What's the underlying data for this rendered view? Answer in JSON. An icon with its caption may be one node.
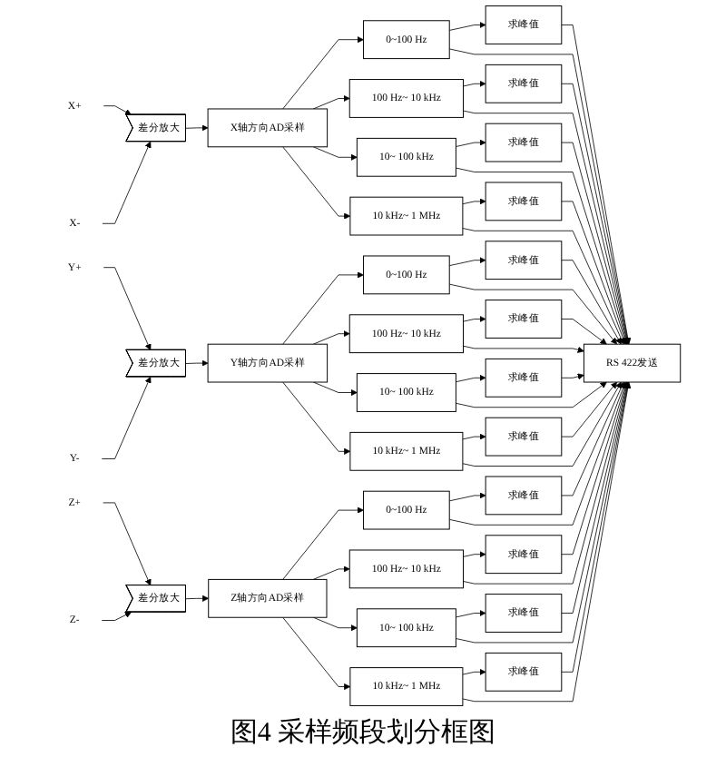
{
  "diagram": {
    "caption": "图4 采样频段划分框图",
    "nodes": [
      {
        "text": [
          "X+"
        ]
      },
      {
        "text": [
          "X-"
        ]
      },
      {
        "text": [
          "差分放大"
        ]
      },
      {
        "text": [
          "X轴方向AD采样"
        ]
      },
      {
        "text": [
          "0~100 Hz"
        ]
      },
      {
        "text": [
          "100 Hz~ 10 kHz"
        ]
      },
      {
        "text": [
          "10~ 100 kHz"
        ]
      },
      {
        "text": [
          "10 kHz~ 1 MHz"
        ]
      },
      {
        "text": [
          "求峰值"
        ]
      },
      {
        "text": [
          "求峰值"
        ]
      },
      {
        "text": [
          "求峰值"
        ]
      },
      {
        "text": [
          "求峰值"
        ]
      },
      {
        "text": [
          "Y+"
        ]
      },
      {
        "text": [
          "Y-"
        ]
      },
      {
        "text": [
          "差分放大"
        ]
      },
      {
        "text": [
          "Y轴方向AD采样"
        ]
      },
      {
        "text": [
          "0~100 Hz"
        ]
      },
      {
        "text": [
          "100 Hz~ 10 kHz"
        ]
      },
      {
        "text": [
          "10~ 100 kHz"
        ]
      },
      {
        "text": [
          "10 kHz~ 1 MHz"
        ]
      },
      {
        "text": [
          "求峰值"
        ]
      },
      {
        "text": [
          "求峰值"
        ]
      },
      {
        "text": [
          "求峰值"
        ]
      },
      {
        "text": [
          "求峰值"
        ]
      },
      {
        "text": [
          "RS 422发送"
        ]
      },
      {
        "text": [
          "Z+"
        ]
      },
      {
        "text": [
          "Z-"
        ]
      },
      {
        "text": [
          "差分放大"
        ]
      },
      {
        "text": [
          "Z轴方向AD采样"
        ]
      },
      {
        "text": [
          "0~100 Hz"
        ]
      },
      {
        "text": [
          "100 Hz~ 10 kHz"
        ]
      },
      {
        "text": [
          "10~ 100 kHz"
        ]
      },
      {
        "text": [
          "10 kHz~ 1 MHz"
        ]
      },
      {
        "text": [
          "求峰值"
        ]
      },
      {
        "text": [
          "求峰值"
        ]
      },
      {
        "text": [
          "求峰值"
        ]
      },
      {
        "text": [
          "求峰值"
        ]
      }
    ],
    "edges": [
      {
        "from": 0,
        "to": 2,
        "arrow": "to"
      },
      {
        "from": 1,
        "to": 2,
        "arrow": "to"
      },
      {
        "from": 2,
        "to": 3,
        "arrow": "to"
      },
      {
        "from": 3,
        "to": 4,
        "arrow": "to"
      },
      {
        "from": 3,
        "to": 5,
        "arrow": "to"
      },
      {
        "from": 3,
        "to": 6,
        "arrow": "to"
      },
      {
        "from": 3,
        "to": 7,
        "arrow": "to"
      },
      {
        "from": 4,
        "to": 8,
        "arrow": "to"
      },
      {
        "from": 5,
        "to": 9,
        "arrow": "to"
      },
      {
        "from": 6,
        "to": 10,
        "arrow": "to"
      },
      {
        "from": 7,
        "to": 11,
        "arrow": "to"
      },
      {
        "from": 4,
        "to": 24,
        "arrow": "to"
      },
      {
        "from": 5,
        "to": 24,
        "arrow": "to"
      },
      {
        "from": 6,
        "to": 24,
        "arrow": "to"
      },
      {
        "from": 7,
        "to": 24,
        "arrow": "to"
      },
      {
        "from": 8,
        "to": 24,
        "arrow": "to"
      },
      {
        "from": 9,
        "to": 24,
        "arrow": "to"
      },
      {
        "from": 10,
        "to": 24,
        "arrow": "to"
      },
      {
        "from": 11,
        "to": 24,
        "arrow": "to"
      },
      {
        "from": 12,
        "to": 14,
        "arrow": "to"
      },
      {
        "from": 13,
        "to": 14,
        "arrow": "to"
      },
      {
        "from": 14,
        "to": 15,
        "arrow": "to"
      },
      {
        "from": 15,
        "to": 16,
        "arrow": "to"
      },
      {
        "from": 15,
        "to": 17,
        "arrow": "to"
      },
      {
        "from": 15,
        "to": 18,
        "arrow": "to"
      },
      {
        "from": 15,
        "to": 19,
        "arrow": "to"
      },
      {
        "from": 16,
        "to": 20,
        "arrow": "to"
      },
      {
        "from": 17,
        "to": 21,
        "arrow": "to"
      },
      {
        "from": 18,
        "to": 22,
        "arrow": "to"
      },
      {
        "from": 19,
        "to": 23,
        "arrow": "to"
      },
      {
        "from": 16,
        "to": 24,
        "arrow": "to"
      },
      {
        "from": 17,
        "to": 24,
        "arrow": "to"
      },
      {
        "from": 18,
        "to": 24,
        "arrow": "to"
      },
      {
        "from": 19,
        "to": 24,
        "arrow": "to"
      },
      {
        "from": 20,
        "to": 24,
        "arrow": "to"
      },
      {
        "from": 21,
        "to": 24,
        "arrow": "to"
      },
      {
        "from": 22,
        "to": 24,
        "arrow": "to"
      },
      {
        "from": 23,
        "to": 24,
        "arrow": "to"
      },
      {
        "from": 25,
        "to": 27,
        "arrow": "to"
      },
      {
        "from": 26,
        "to": 27,
        "arrow": "to"
      },
      {
        "from": 27,
        "to": 28,
        "arrow": "to"
      },
      {
        "from": 28,
        "to": 29,
        "arrow": "to"
      },
      {
        "from": 28,
        "to": 30,
        "arrow": "to"
      },
      {
        "from": 28,
        "to": 31,
        "arrow": "to"
      },
      {
        "from": 28,
        "to": 32,
        "arrow": "to"
      },
      {
        "from": 29,
        "to": 33,
        "arrow": "to"
      },
      {
        "from": 30,
        "to": 34,
        "arrow": "to"
      },
      {
        "from": 31,
        "to": 35,
        "arrow": "to"
      },
      {
        "from": 32,
        "to": 36,
        "arrow": "to"
      },
      {
        "from": 29,
        "to": 24,
        "arrow": "to"
      },
      {
        "from": 30,
        "to": 24,
        "arrow": "to"
      },
      {
        "from": 31,
        "to": 24,
        "arrow": "to"
      },
      {
        "from": 32,
        "to": 24,
        "arrow": "to"
      },
      {
        "from": 33,
        "to": 24,
        "arrow": "to"
      },
      {
        "from": 34,
        "to": 24,
        "arrow": "to"
      },
      {
        "from": 35,
        "to": 24,
        "arrow": "to"
      },
      {
        "from": 36,
        "to": 24,
        "arrow": "to"
      }
    ]
  }
}
